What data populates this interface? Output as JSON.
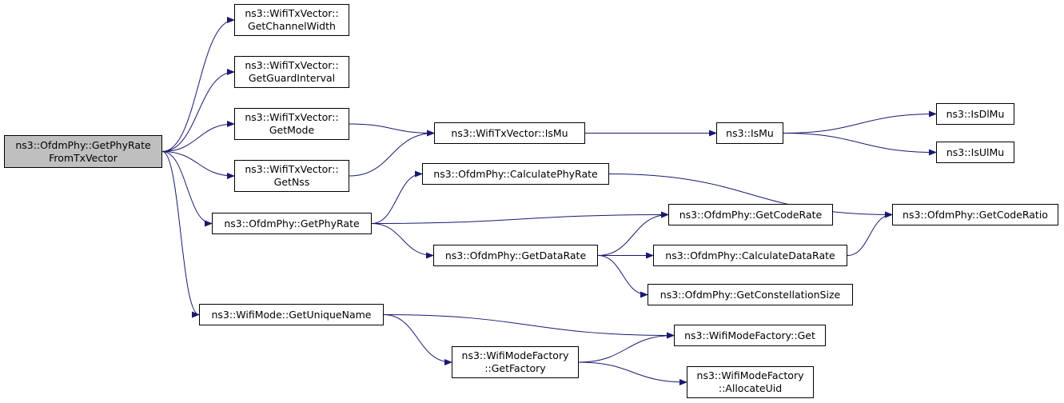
{
  "diagram": {
    "type": "call-graph",
    "colors": {
      "edge": "#191970",
      "root_fill": "#bfbfbf",
      "node_fill": "#ffffff",
      "border": "#000000"
    },
    "nodes": {
      "root": {
        "lines": [
          "ns3::OfdmPhy::GetPhyRate",
          "FromTxVector"
        ]
      },
      "get_channel_width": {
        "lines": [
          "ns3::WifiTxVector::",
          "GetChannelWidth"
        ]
      },
      "get_guard_interval": {
        "lines": [
          "ns3::WifiTxVector::",
          "GetGuardInterval"
        ]
      },
      "get_mode": {
        "lines": [
          "ns3::WifiTxVector::",
          "GetMode"
        ]
      },
      "get_nss": {
        "lines": [
          "ns3::WifiTxVector::",
          "GetNss"
        ]
      },
      "get_phy_rate": {
        "lines": [
          "ns3::OfdmPhy::GetPhyRate"
        ]
      },
      "get_unique_name": {
        "lines": [
          "ns3::WifiMode::GetUniqueName"
        ]
      },
      "wifi_tx_vector_is_mu": {
        "lines": [
          "ns3::WifiTxVector::IsMu"
        ]
      },
      "is_mu": {
        "lines": [
          "ns3::IsMu"
        ]
      },
      "is_dl_mu": {
        "lines": [
          "ns3::IsDlMu"
        ]
      },
      "is_ul_mu": {
        "lines": [
          "ns3::IsUlMu"
        ]
      },
      "calculate_phy_rate": {
        "lines": [
          "ns3::OfdmPhy::CalculatePhyRate"
        ]
      },
      "get_data_rate": {
        "lines": [
          "ns3::OfdmPhy::GetDataRate"
        ]
      },
      "get_code_rate": {
        "lines": [
          "ns3::OfdmPhy::GetCodeRate"
        ]
      },
      "calculate_data_rate": {
        "lines": [
          "ns3::OfdmPhy::CalculateDataRate"
        ]
      },
      "get_constellation_size": {
        "lines": [
          "ns3::OfdmPhy::GetConstellationSize"
        ]
      },
      "get_code_ratio": {
        "lines": [
          "ns3::OfdmPhy::GetCodeRatio"
        ]
      },
      "wifi_mode_factory_get": {
        "lines": [
          "ns3::WifiModeFactory::Get"
        ]
      },
      "get_factory": {
        "lines": [
          "ns3::WifiModeFactory",
          "::GetFactory"
        ]
      },
      "allocate_uid": {
        "lines": [
          "ns3::WifiModeFactory",
          "::AllocateUid"
        ]
      }
    },
    "edges": [
      [
        "root",
        "get_channel_width"
      ],
      [
        "root",
        "get_guard_interval"
      ],
      [
        "root",
        "get_mode"
      ],
      [
        "root",
        "get_nss"
      ],
      [
        "root",
        "get_phy_rate"
      ],
      [
        "root",
        "get_unique_name"
      ],
      [
        "get_mode",
        "wifi_tx_vector_is_mu"
      ],
      [
        "get_nss",
        "wifi_tx_vector_is_mu"
      ],
      [
        "wifi_tx_vector_is_mu",
        "is_mu"
      ],
      [
        "is_mu",
        "is_dl_mu"
      ],
      [
        "is_mu",
        "is_ul_mu"
      ],
      [
        "get_phy_rate",
        "calculate_phy_rate"
      ],
      [
        "get_phy_rate",
        "get_code_rate"
      ],
      [
        "get_phy_rate",
        "get_data_rate"
      ],
      [
        "calculate_phy_rate",
        "get_code_ratio"
      ],
      [
        "get_data_rate",
        "get_code_rate"
      ],
      [
        "get_data_rate",
        "calculate_data_rate"
      ],
      [
        "get_data_rate",
        "get_constellation_size"
      ],
      [
        "calculate_data_rate",
        "get_code_ratio"
      ],
      [
        "get_unique_name",
        "wifi_mode_factory_get"
      ],
      [
        "get_unique_name",
        "get_factory"
      ],
      [
        "get_factory",
        "wifi_mode_factory_get"
      ],
      [
        "get_factory",
        "allocate_uid"
      ]
    ]
  }
}
